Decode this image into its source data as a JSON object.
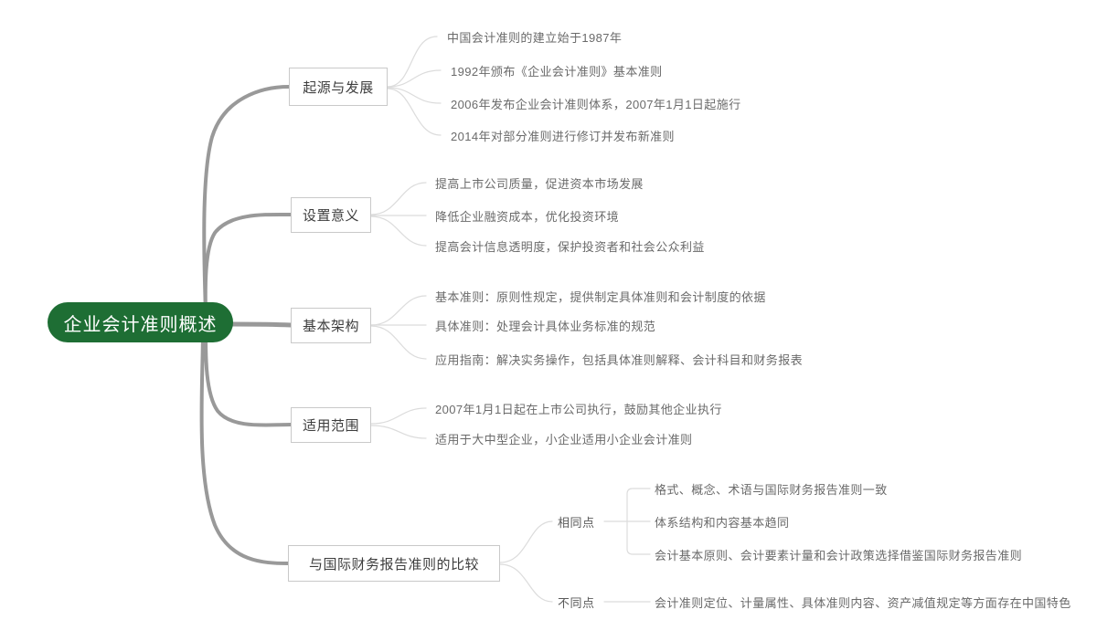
{
  "diagram": {
    "type": "mind-map",
    "title": "企业会计准则概述",
    "colors": {
      "root_fill": "#1e6e34",
      "root_text": "#ffffff",
      "branch_border": "#c9c9c9",
      "branch_text": "#3d3d3d",
      "leaf_text": "#6a6a6a",
      "trunk_line": "#999999",
      "leaf_line": "#dcdcdc",
      "background": "#ffffff"
    }
  },
  "root": {
    "label": "企业会计准则概述"
  },
  "branches": [
    {
      "label": "起源与发展",
      "leaves": [
        "中国会计准则的建立始于1987年",
        "1992年颁布《企业会计准则》基本准则",
        "2006年发布企业会计准则体系，2007年1月1日起施行",
        "2014年对部分准则进行修订并发布新准则"
      ]
    },
    {
      "label": "设置意义",
      "leaves": [
        "提高上市公司质量，促进资本市场发展",
        "降低企业融资成本，优化投资环境",
        "提高会计信息透明度，保护投资者和社会公众利益"
      ]
    },
    {
      "label": "基本架构",
      "leaves": [
        "基本准则：原则性规定，提供制定具体准则和会计制度的依据",
        "具体准则：处理会计具体业务标准的规范",
        "应用指南：解决实务操作，包括具体准则解释、会计科目和财务报表"
      ]
    },
    {
      "label": "适用范围",
      "leaves": [
        "2007年1月1日起在上市公司执行，鼓励其他企业执行",
        "适用于大中型企业，小企业适用小企业会计准则"
      ]
    },
    {
      "label": "与国际财务报告准则的比较",
      "subgroups": [
        {
          "label": "相同点",
          "leaves": [
            "格式、概念、术语与国际财务报告准则一致",
            "体系结构和内容基本趋同",
            "会计基本原则、会计要素计量和会计政策选择借鉴国际财务报告准则"
          ]
        },
        {
          "label": "不同点",
          "leaves": [
            "会计准则定位、计量属性、具体准则内容、资产减值规定等方面存在中国特色"
          ]
        }
      ]
    }
  ]
}
